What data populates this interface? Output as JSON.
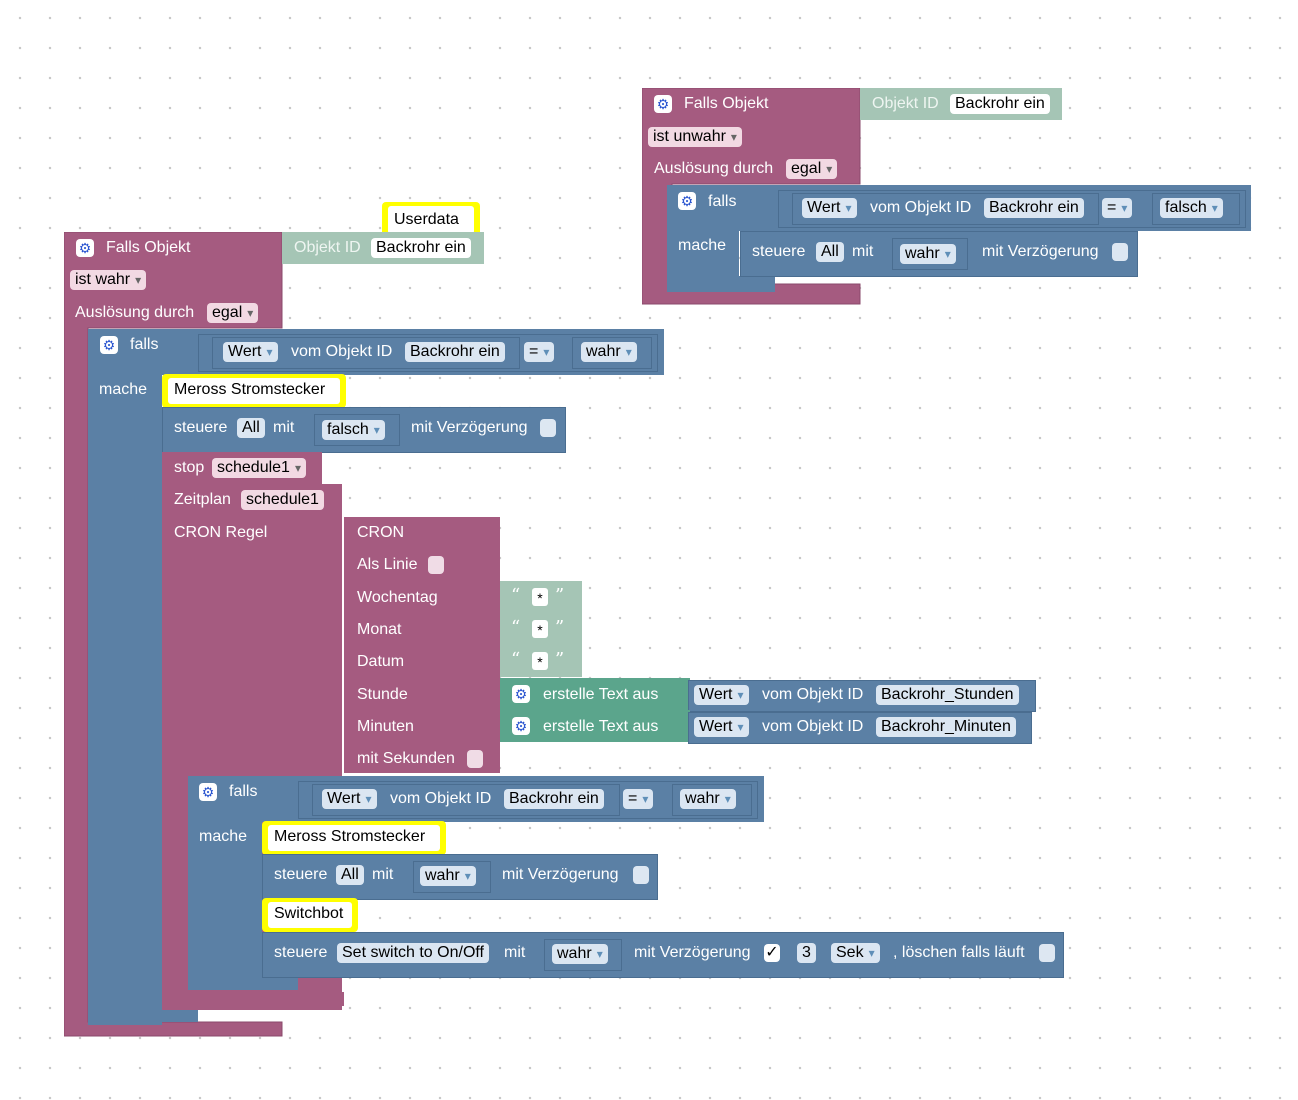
{
  "block_right": {
    "trigger_label": "Falls Objekt",
    "object_id_label": "Objekt ID",
    "object_id_value": "Backrohr ein",
    "condition": "ist unwahr",
    "trigger_by_label": "Auslösung durch",
    "trigger_by_value": "egal",
    "if_label": "falls",
    "do_label": "mache",
    "value_label": "Wert",
    "from_object_label": "vom Objekt ID",
    "compare_object": "Backrohr ein",
    "operator": "=",
    "compare_value": "falsch",
    "control_label": "steuere",
    "control_target": "All",
    "with_label": "mit",
    "control_value": "wahr",
    "delay_label": "mit Verzögerung"
  },
  "block_left": {
    "userdata_label": "Userdata",
    "trigger_label": "Falls Objekt",
    "object_id_label": "Objekt ID",
    "object_id_value": "Backrohr ein",
    "condition": "ist wahr",
    "trigger_by_label": "Auslösung durch",
    "trigger_by_value": "egal",
    "if_label": "falls",
    "do_label": "mache",
    "value_label": "Wert",
    "from_object_label": "vom Objekt ID",
    "compare_object": "Backrohr ein",
    "operator": "=",
    "compare_value": "wahr",
    "comment1": "Meross Stromstecker",
    "control_label": "steuere",
    "control_target": "All",
    "with_label": "mit",
    "control_value": "falsch",
    "delay_label": "mit Verzögerung",
    "stop_label": "stop",
    "stop_schedule": "schedule1",
    "schedule_label": "Zeitplan",
    "schedule_name": "schedule1",
    "cron_rule_label": "CRON Regel",
    "cron_label": "CRON",
    "as_line_label": "Als Linie",
    "weekday_label": "Wochentag",
    "month_label": "Monat",
    "date_label": "Datum",
    "hour_label": "Stunde",
    "minutes_label": "Minuten",
    "seconds_label": "mit Sekunden",
    "star": "*",
    "create_text_label": "erstelle Text aus",
    "hour_object": "Backrohr_Stunden",
    "minute_object": "Backrohr_Minuten",
    "inner_if_label": "falls",
    "inner_do_label": "mache",
    "inner_compare_object": "Backrohr ein",
    "inner_operator": "=",
    "inner_compare_value": "wahr",
    "comment2": "Meross Stromstecker",
    "inner_control_value": "wahr",
    "comment3": "Switchbot",
    "switch_target": "Set switch to On/Off",
    "switch_value": "wahr",
    "delay_check": "✓",
    "delay_amount": "3",
    "delay_unit": "Sek",
    "clear_running_label": ", löschen falls läuft"
  },
  "colors": {
    "event_block": "#a55b80",
    "logic_block": "#5b80a5",
    "object_block": "#a5c5b5",
    "text_block": "#5ba58c",
    "comment_highlight": "#ffff00"
  }
}
